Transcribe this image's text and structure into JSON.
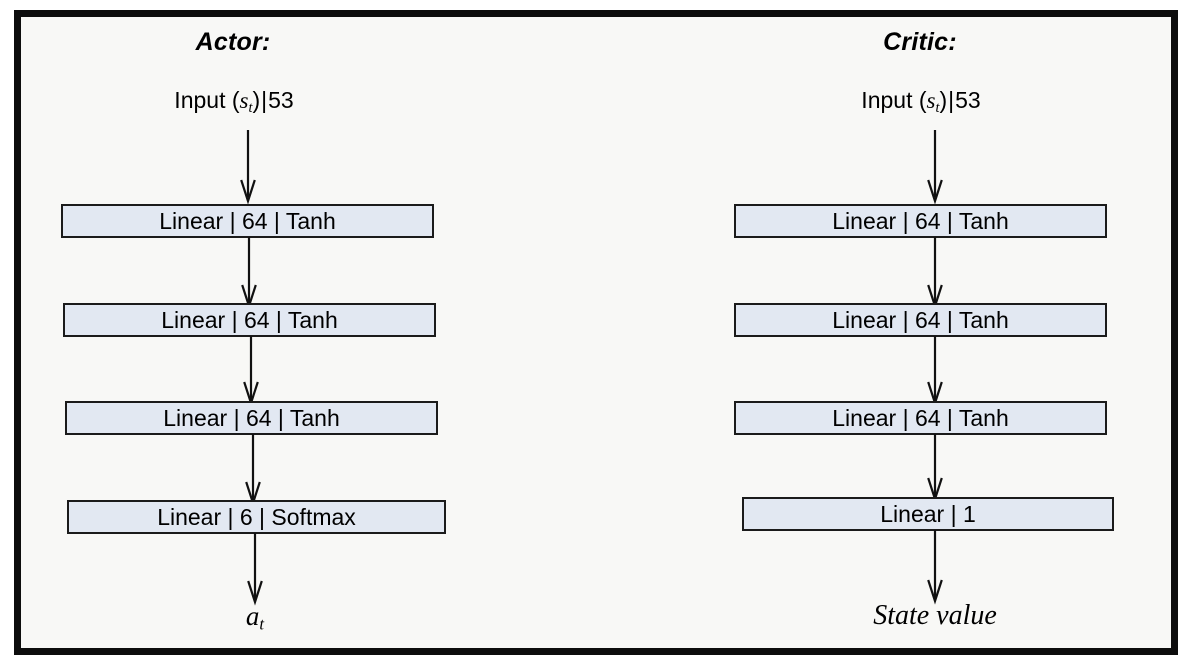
{
  "figure": {
    "background_color": "#f8f8f6",
    "frame_color": "#0d0d0d",
    "box_fill_color": "#e2e8f2",
    "box_border_color": "#1b1b1b",
    "arrow_color": "#111111"
  },
  "columns": [
    {
      "id": "actor",
      "title": "Actor:",
      "input": {
        "prefix": "Input (",
        "symbol": "s",
        "subscript": "t",
        "suffix": ")",
        "separator": "|",
        "size": "53",
        "full_text": "Input (s_t) | 53"
      },
      "layers": [
        {
          "label": "Linear | 64 | Tanh",
          "type": "Linear",
          "units": "64",
          "activation": "Tanh"
        },
        {
          "label": "Linear | 64 | Tanh",
          "type": "Linear",
          "units": "64",
          "activation": "Tanh"
        },
        {
          "label": "Linear | 64 | Tanh",
          "type": "Linear",
          "units": "64",
          "activation": "Tanh"
        },
        {
          "label": "Linear | 6 | Softmax",
          "type": "Linear",
          "units": "6",
          "activation": "Softmax"
        }
      ],
      "output": {
        "symbol": "a",
        "subscript": "t",
        "full_text": "a_t"
      }
    },
    {
      "id": "critic",
      "title": "Critic:",
      "input": {
        "prefix": "Input (",
        "symbol": "s",
        "subscript": "t",
        "suffix": ")",
        "separator": "|",
        "size": "53",
        "full_text": "Input (s_t) | 53"
      },
      "layers": [
        {
          "label": "Linear | 64 | Tanh",
          "type": "Linear",
          "units": "64",
          "activation": "Tanh"
        },
        {
          "label": "Linear | 64 | Tanh",
          "type": "Linear",
          "units": "64",
          "activation": "Tanh"
        },
        {
          "label": "Linear | 64 | Tanh",
          "type": "Linear",
          "units": "64",
          "activation": "Tanh"
        },
        {
          "label": "Linear | 1",
          "type": "Linear",
          "units": "1",
          "activation": ""
        }
      ],
      "output": {
        "text": "State value"
      }
    }
  ]
}
